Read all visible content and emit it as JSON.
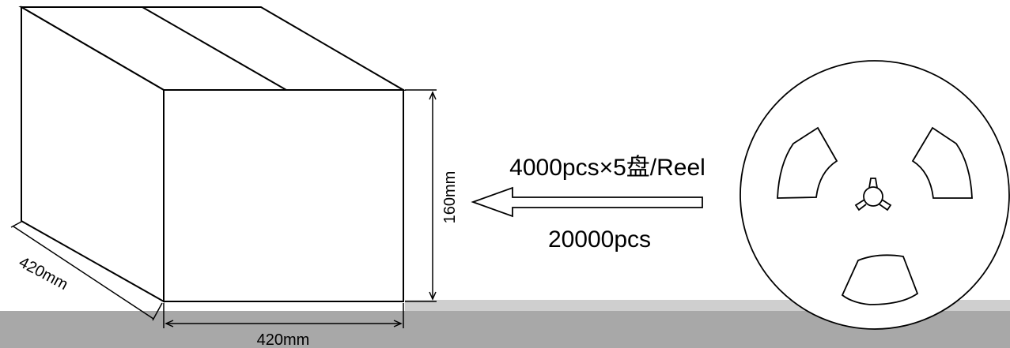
{
  "diagram": {
    "quantity_per_reel": "4000pcs×5盘/Reel",
    "total_quantity": "20000pcs",
    "box_height": "160mm",
    "box_width": "420mm",
    "box_depth": "420mm"
  },
  "colors": {
    "stroke": "#000000",
    "floor": "#a8a8a8",
    "floor_top": "#cfcfcf",
    "background": "#ffffff"
  }
}
